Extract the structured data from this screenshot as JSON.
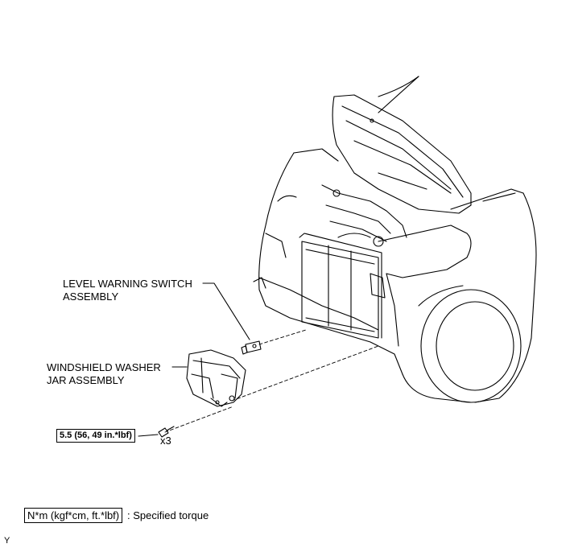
{
  "labels": {
    "level_switch": [
      "LEVEL WARNING SWITCH",
      "ASSEMBLY"
    ],
    "washer_jar": [
      "WINDSHIELD WASHER",
      "JAR ASSEMBLY"
    ],
    "torque_value": "5.5 (56, 49 in.*lbf)",
    "quantity": "x3",
    "legend_unit": "N*m (kgf*cm, ft.*lbf)",
    "legend_text": ": Specified torque",
    "corner_code": "Y"
  }
}
